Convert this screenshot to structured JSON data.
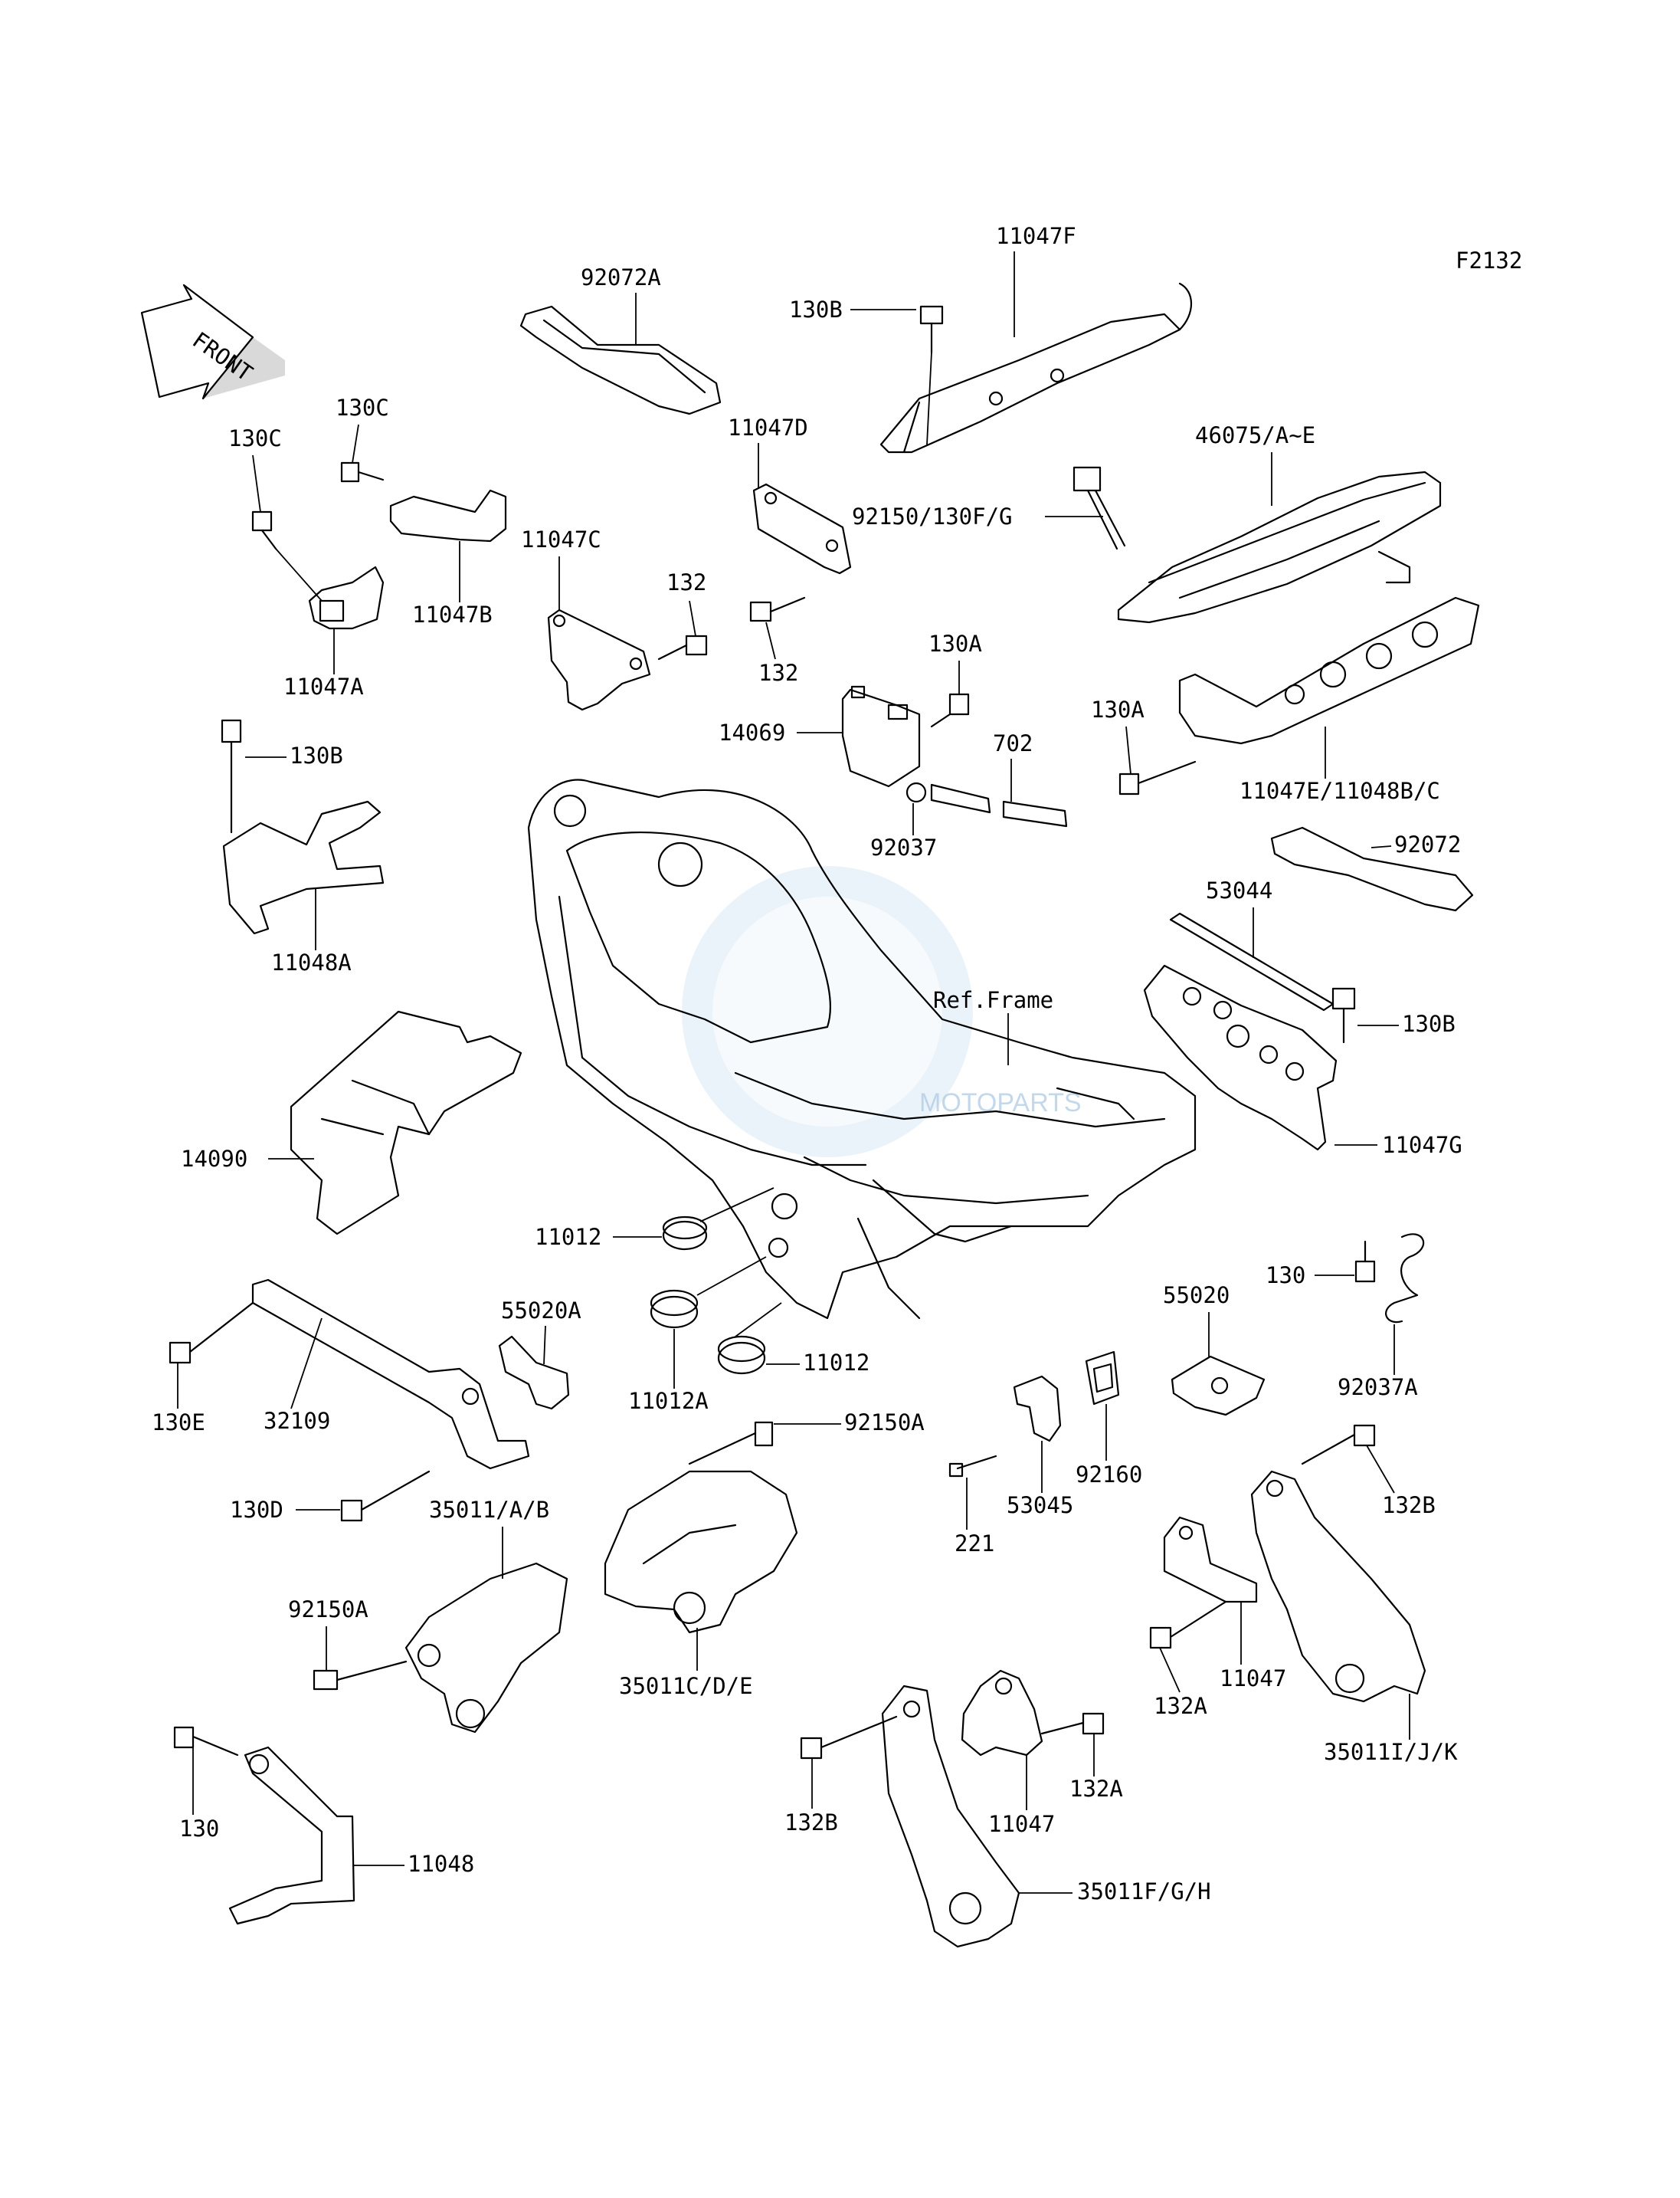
{
  "diagram_code": "F2132",
  "front_label": "FRONT",
  "ref_label": "Ref.Frame",
  "watermark_text": "MOTOPARTS",
  "watermark_color": "#c7ddf0",
  "labels": {
    "l92072A": "92072A",
    "l11047F": "11047F",
    "l130B_top": "130B",
    "l130C_a": "130C",
    "l130C_b": "130C",
    "l11047D": "11047D",
    "l46075": "46075/A~E",
    "l92150_130FG": "92150/130F/G",
    "l11047C": "11047C",
    "l132_a": "132",
    "l132_b": "132",
    "l11047B": "11047B",
    "l11047A": "11047A",
    "l130A_a": "130A",
    "l130A_b": "130A",
    "l14069": "14069",
    "l702": "702",
    "l11047E": "11047E/11048B/C",
    "l130B_left": "130B",
    "l92037": "92037",
    "l92072": "92072",
    "l11048A": "11048A",
    "l53044": "53044",
    "l130B_right": "130B",
    "l14090": "14090",
    "l11047G": "11047G",
    "l11012_a": "11012",
    "l130": "130",
    "l55020A": "55020A",
    "l55020": "55020",
    "l11012A": "11012A",
    "l11012_b": "11012",
    "l92037A": "92037A",
    "l130E": "130E",
    "l32109": "32109",
    "l92150A_a": "92150A",
    "l92160": "92160",
    "l130D": "130D",
    "l35011AB": "35011/A/B",
    "l221": "221",
    "l53045": "53045",
    "l132B_a": "132B",
    "l92150A_b": "92150A",
    "l11047_a": "11047",
    "l132A_a": "132A",
    "l35011CDE": "35011C/D/E",
    "l132A_b": "132A",
    "l35011IJK": "35011I/J/K",
    "l11047_b": "11047",
    "l130_b": "130",
    "l132B_b": "132B",
    "l11048": "11048",
    "l35011FGH": "35011F/G/H"
  }
}
